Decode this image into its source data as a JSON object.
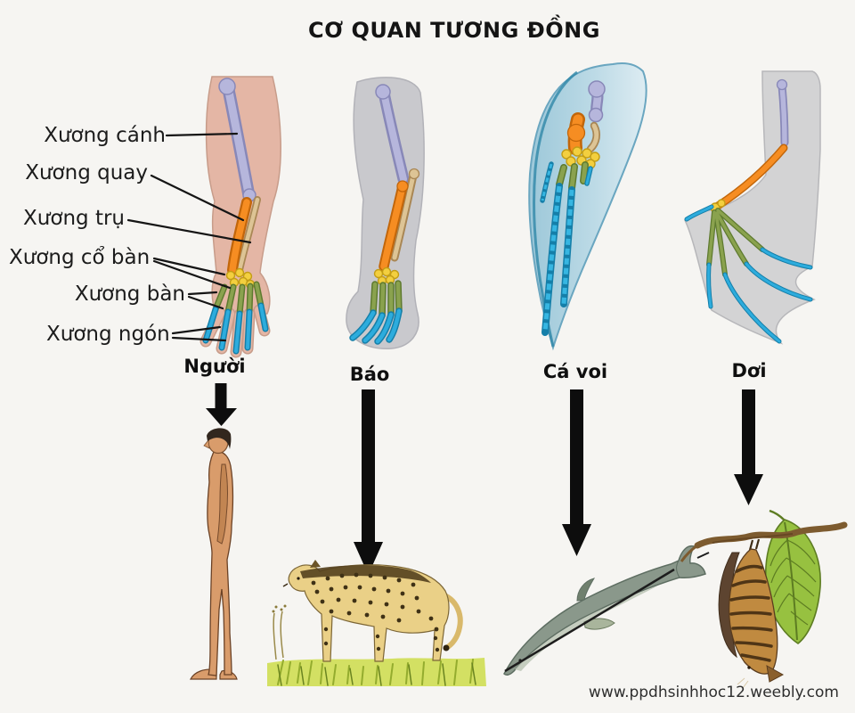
{
  "title": "CƠ QUAN TƯƠNG ĐỒNG",
  "bone_labels": [
    {
      "label": "Xương cánh",
      "color": "#b6b6dc"
    },
    {
      "label": "Xương quay",
      "color": "#f68d22"
    },
    {
      "label": "Xương trụ",
      "color": "#ddc495"
    },
    {
      "label": "Xương cổ bàn",
      "color": "#f3cf3f"
    },
    {
      "label": "Xương bàn",
      "color": "#8aa24e"
    },
    {
      "label": "Xương ngón",
      "color": "#2dacdd"
    }
  ],
  "specimens": [
    {
      "name": "Người"
    },
    {
      "name": "Báo"
    },
    {
      "name": "Cá voi"
    },
    {
      "name": "Dơi"
    }
  ],
  "footer": {
    "url": "www.ppdhsinhhoc12.weebly.com"
  }
}
